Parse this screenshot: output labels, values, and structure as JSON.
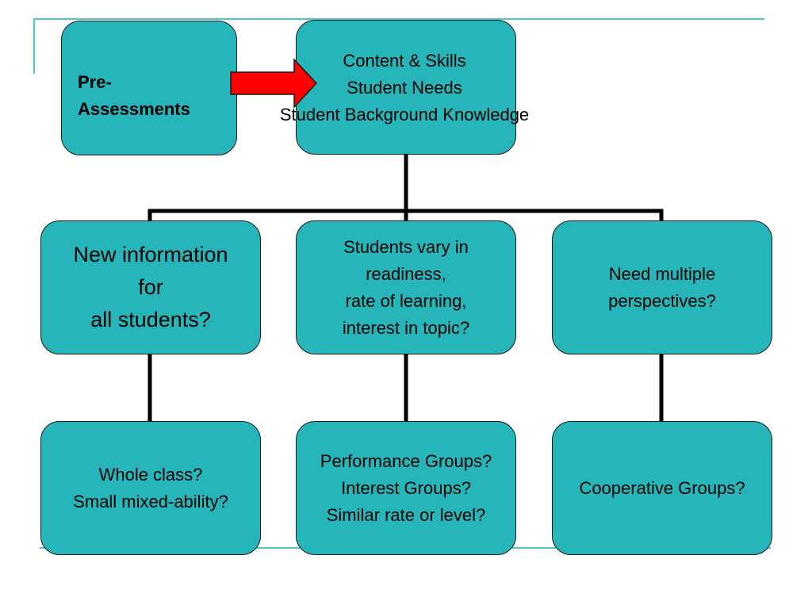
{
  "diagram": {
    "pre_assessment": {
      "label": "Pre-\nAssessments"
    },
    "content": {
      "label": "Content & Skills\nStudent Needs\nStudent Background Knowledge"
    },
    "level2": [
      {
        "label": "New information\nfor\nall students?"
      },
      {
        "label": "Students vary in\nreadiness,\nrate of learning,\ninterest in topic?"
      },
      {
        "label": "Need multiple\nperspectives?"
      }
    ],
    "level3": [
      {
        "label": "Whole class?\nSmall mixed-ability?"
      },
      {
        "label": "Performance Groups?\nInterest Groups?\nSimilar rate or level?"
      },
      {
        "label": "Cooperative Groups?"
      }
    ]
  },
  "colors": {
    "box_fill": "#26b5b8",
    "box_border": "#1a1a1a",
    "arrow_fill": "#ff0000",
    "connector": "#000000",
    "accent_rule": "#4ec3c8"
  }
}
